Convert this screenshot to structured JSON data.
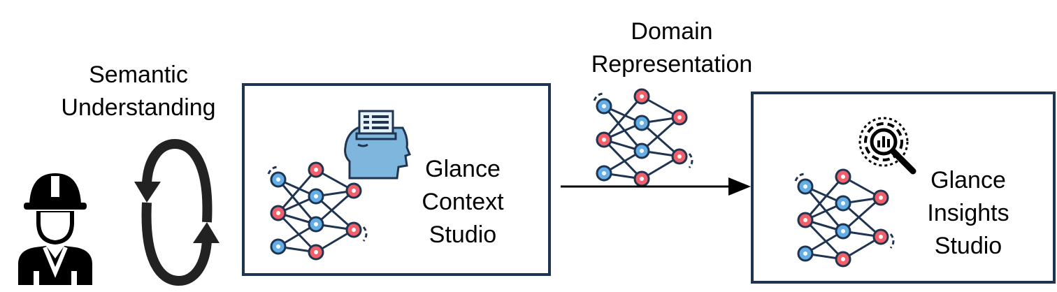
{
  "labels": {
    "semantic": [
      "Semantic",
      "Understanding"
    ],
    "domain": [
      "Domain",
      "Representation"
    ],
    "context_studio": [
      "Glance",
      "Context",
      "Studio"
    ],
    "insights_studio": [
      "Glance",
      "Insights",
      "Studio"
    ]
  },
  "colors": {
    "box_border": "#1f3450",
    "node_red": "#f0606a",
    "node_blue": "#63aee6",
    "edge": "#1f3450",
    "head_fill": "#7fb6dd",
    "arrow": "#000000",
    "cycle_arrows": "#222222"
  },
  "icons": {
    "worker": "worker-icon",
    "cycle": "cycle-arrows-icon",
    "context": "head-document-icon",
    "insights": "magnifier-chart-icon",
    "network": "neural-network-icon"
  }
}
